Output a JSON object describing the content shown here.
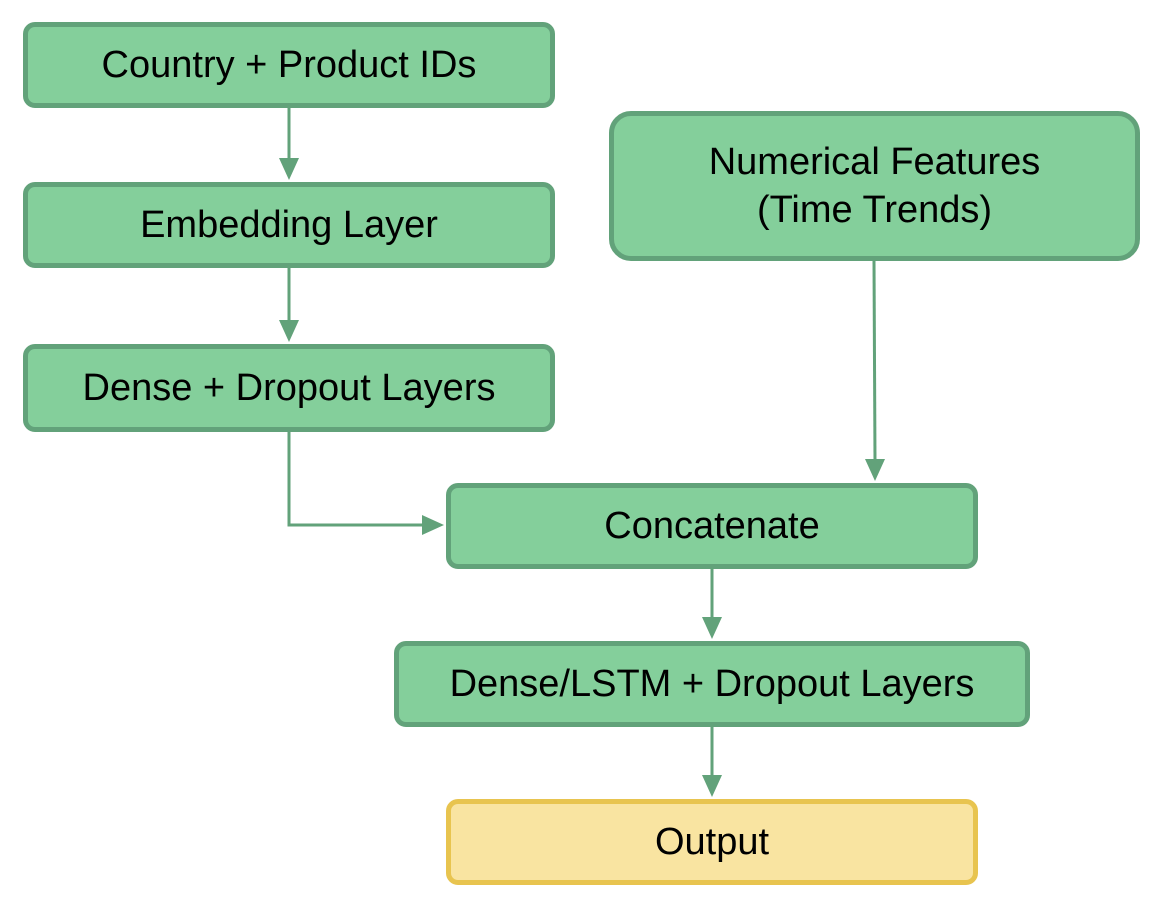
{
  "diagram": {
    "nodes": {
      "country": {
        "label": "Country + Product IDs"
      },
      "embedding": {
        "label": "Embedding Layer"
      },
      "dense_dropout": {
        "label": "Dense + Dropout Layers"
      },
      "numerical": {
        "line1": "Numerical Features",
        "line2": "(Time Trends)"
      },
      "concatenate": {
        "label": "Concatenate"
      },
      "dense_lstm": {
        "label": "Dense/LSTM + Dropout Layers"
      },
      "output": {
        "label": "Output"
      }
    },
    "edges": [
      {
        "from": "country",
        "to": "embedding"
      },
      {
        "from": "embedding",
        "to": "dense_dropout"
      },
      {
        "from": "dense_dropout",
        "to": "concatenate"
      },
      {
        "from": "numerical",
        "to": "concatenate"
      },
      {
        "from": "concatenate",
        "to": "dense_lstm"
      },
      {
        "from": "dense_lstm",
        "to": "output"
      }
    ],
    "colors": {
      "node_fill": "#84cf9b",
      "node_border": "#62a27a",
      "output_fill": "#f9e4a1",
      "output_border": "#e8c44f",
      "edge": "#62a27a"
    }
  }
}
